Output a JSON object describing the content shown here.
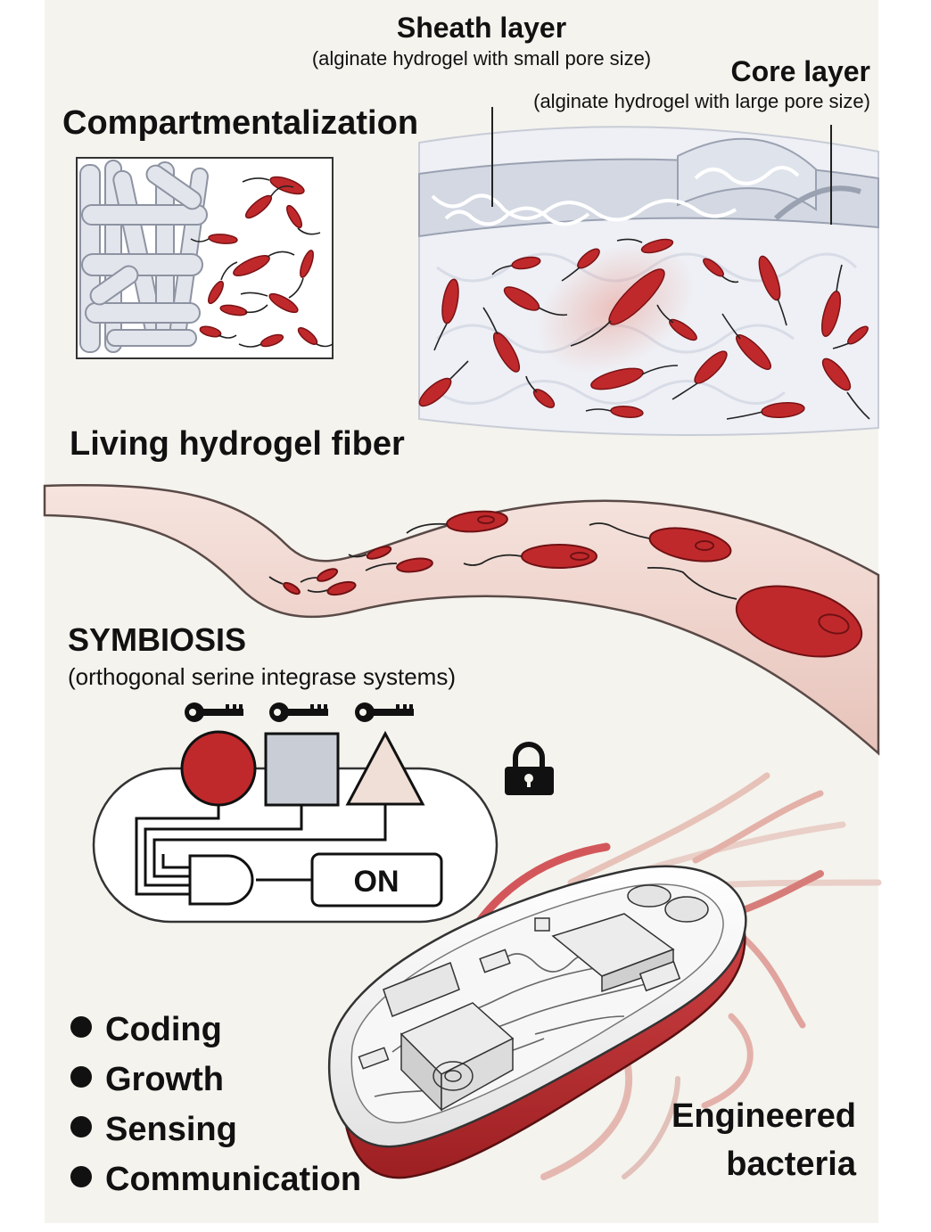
{
  "labels": {
    "sheath_title": "Sheath layer",
    "sheath_sub": "(alginate hydrogel with small pore size)",
    "core_title": "Core layer",
    "core_sub": "(alginate hydrogel with large pore size)",
    "compartment": "Compartmentalization",
    "fiber": "Living hydrogel fiber",
    "symbiosis": "SYMBIOSIS",
    "symbiosis_sub": "(orthogonal serine integrase systems)",
    "on_label": "ON",
    "engineered_1": "Engineered",
    "engineered_2": "bacteria"
  },
  "features": [
    "Coding",
    "Growth",
    "Sensing",
    "Communication"
  ],
  "icons": [
    "key-icon",
    "key-icon",
    "key-icon",
    "lock-icon",
    "circle-shape",
    "square-shape",
    "triangle-shape",
    "and-gate-icon"
  ],
  "colors": {
    "bacteria_red": "#c0292b",
    "fiber_pink": "#f1d9d3",
    "gel_gray": "#d3d8e3",
    "background": "#f4f3ee"
  }
}
